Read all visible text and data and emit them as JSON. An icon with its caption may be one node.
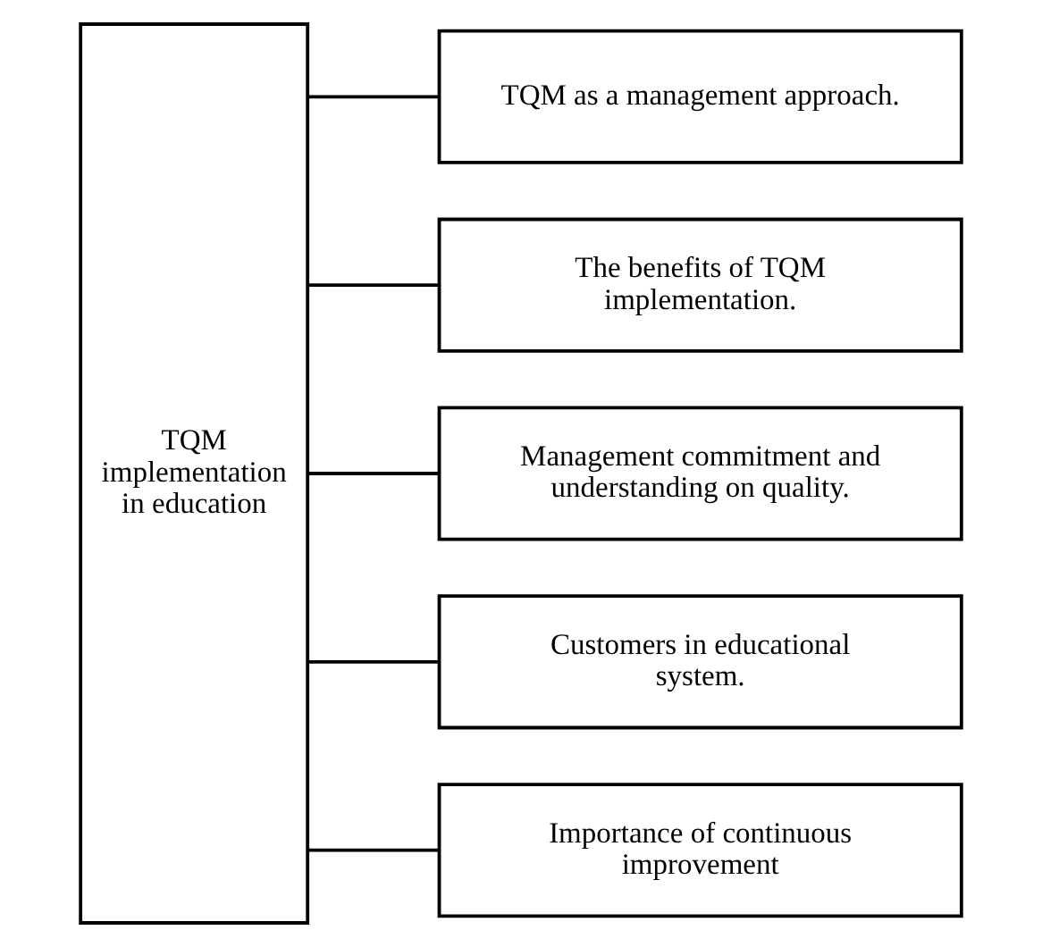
{
  "diagram": {
    "nodes": [
      {
        "text": [
          "TQM implementation in education"
        ]
      },
      {
        "text": [
          "TQM as a management approach."
        ]
      },
      {
        "text": [
          "The benefits of TQM implementation."
        ]
      },
      {
        "text": [
          "Management commitment and understanding on quality."
        ]
      },
      {
        "text": [
          "Customers in educational system."
        ]
      },
      {
        "text": [
          "Importance of continuous improvement"
        ]
      }
    ],
    "edges": [
      {
        "from": 0,
        "to": 1,
        "arrow": "none"
      },
      {
        "from": 0,
        "to": 2,
        "arrow": "none"
      },
      {
        "from": 0,
        "to": 3,
        "arrow": "none"
      },
      {
        "from": 0,
        "to": 4,
        "arrow": "none"
      },
      {
        "from": 0,
        "to": 5,
        "arrow": "none"
      }
    ]
  }
}
